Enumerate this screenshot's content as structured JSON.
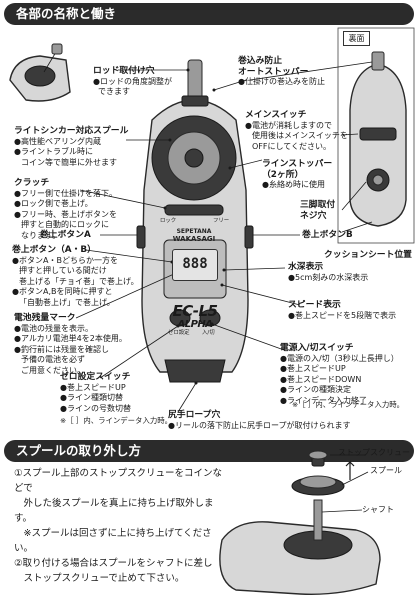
{
  "headers": {
    "parts": "各部の名称と働き",
    "spool": "スプールの取り外し方"
  },
  "labels": {
    "rod_holder": {
      "title": "ロッド取付け穴",
      "body": [
        "●ロッドの角度調整が",
        "できます"
      ]
    },
    "auto_stopper": {
      "title": "巻込み防止",
      "title2": "オートストッパー",
      "body": [
        "●仕掛けの巻込みを防止"
      ]
    },
    "ura": "裏面",
    "light_spool": {
      "title": "ライトシンカー対応スプール",
      "body": [
        "●高性能ベアリング内蔵",
        "●ライントラブル時に",
        "コイン等で簡単に外せます"
      ]
    },
    "main_switch": {
      "title": "メインスイッチ",
      "body": [
        "●電池が消耗しますので",
        "使用後はメインスイッチを",
        "OFFにしてください。"
      ]
    },
    "line_stopper": {
      "title": "ラインストッパー",
      "title2": "（2ヶ所）",
      "body": [
        "●糸絡め時に使用"
      ]
    },
    "clutch": {
      "title": "クラッチ",
      "body": [
        "●フリー側で仕掛けを落下。",
        "●ロック側で巻上げ。",
        "●フリー時、巻上げボタンを",
        "押すと自動的にロックに",
        "なります。"
      ]
    },
    "tripod": {
      "title": "三脚取付",
      "title2": "ネジ穴"
    },
    "button_a": {
      "title": "巻上ボタンA"
    },
    "button_b": {
      "title": "巻上ボタンB"
    },
    "cushion": {
      "title": "クッションシート位置"
    },
    "ab_button": {
      "title": "巻上ボタン（A・B）",
      "body": [
        "●ボタンA・Bどちらか一方を",
        "押すと押している間だけ",
        "巻上げる「チョイ巻」で巻上げ。",
        "●ボタンA,Bを同時に押すと",
        "「自動巻上げ」で巻上げ。"
      ]
    },
    "depth": {
      "title": "水深表示",
      "body": [
        "●5cm刻みの水深表示"
      ]
    },
    "speed": {
      "title": "スピード表示",
      "body": [
        "●巻上スピードを5段階で表示"
      ]
    },
    "battery": {
      "title": "電池残量マーク",
      "body": [
        "●電池の残量を表示。",
        "●アルカリ電池単4を2本使用。",
        "●釣行前には残量を確認し",
        "予備の電池を必ず",
        "ご用意ください。"
      ]
    },
    "power_switch": {
      "title": "電源入/切スイッチ",
      "body": [
        "●電源の入/切（3秒以上長押し）",
        "●巻上スピードUP",
        "●巻上スピードDOWN",
        "●ラインの種類決定",
        "●ラインデータ入力終了"
      ]
    },
    "zero_switch": {
      "title": "ゼロ設定スイッチ",
      "body": [
        "●巻上スピードUP",
        "●ライン種類切替",
        "●ラインの号数切替"
      ]
    },
    "note_left": "※［ ］内、ラインデータ入力時。",
    "note_right": "※［ ］内、ラインデータ入力時。",
    "butt_rope": {
      "title": "尻手ロープ穴",
      "body": [
        "●リールの落下防止に尻手ロープが取付けられます"
      ]
    },
    "stop_screw": "ストップスクリュー",
    "spool": "スプール",
    "shaft": "シャフト"
  },
  "device": {
    "brand_top": "SEPETANA",
    "brand_bottom": "WAKASAGI",
    "lcd_value": "888",
    "logo": "EC-L5",
    "logo_sub": "ALPHA",
    "btn_zero": "ゼロ設定",
    "btn_power": "入/切",
    "lock": "ロック",
    "free": "フリー"
  },
  "steps": [
    "①スプール上部のストップスクリューをコインなどで",
    "　外した後スプールを真上に持ち上げ取外します。",
    "　※スプールは回さずに上に持ち上げてください。",
    "②取り付ける場合はスプールをシャフトに差し",
    "　ストップスクリューで止めて下さい。"
  ]
}
